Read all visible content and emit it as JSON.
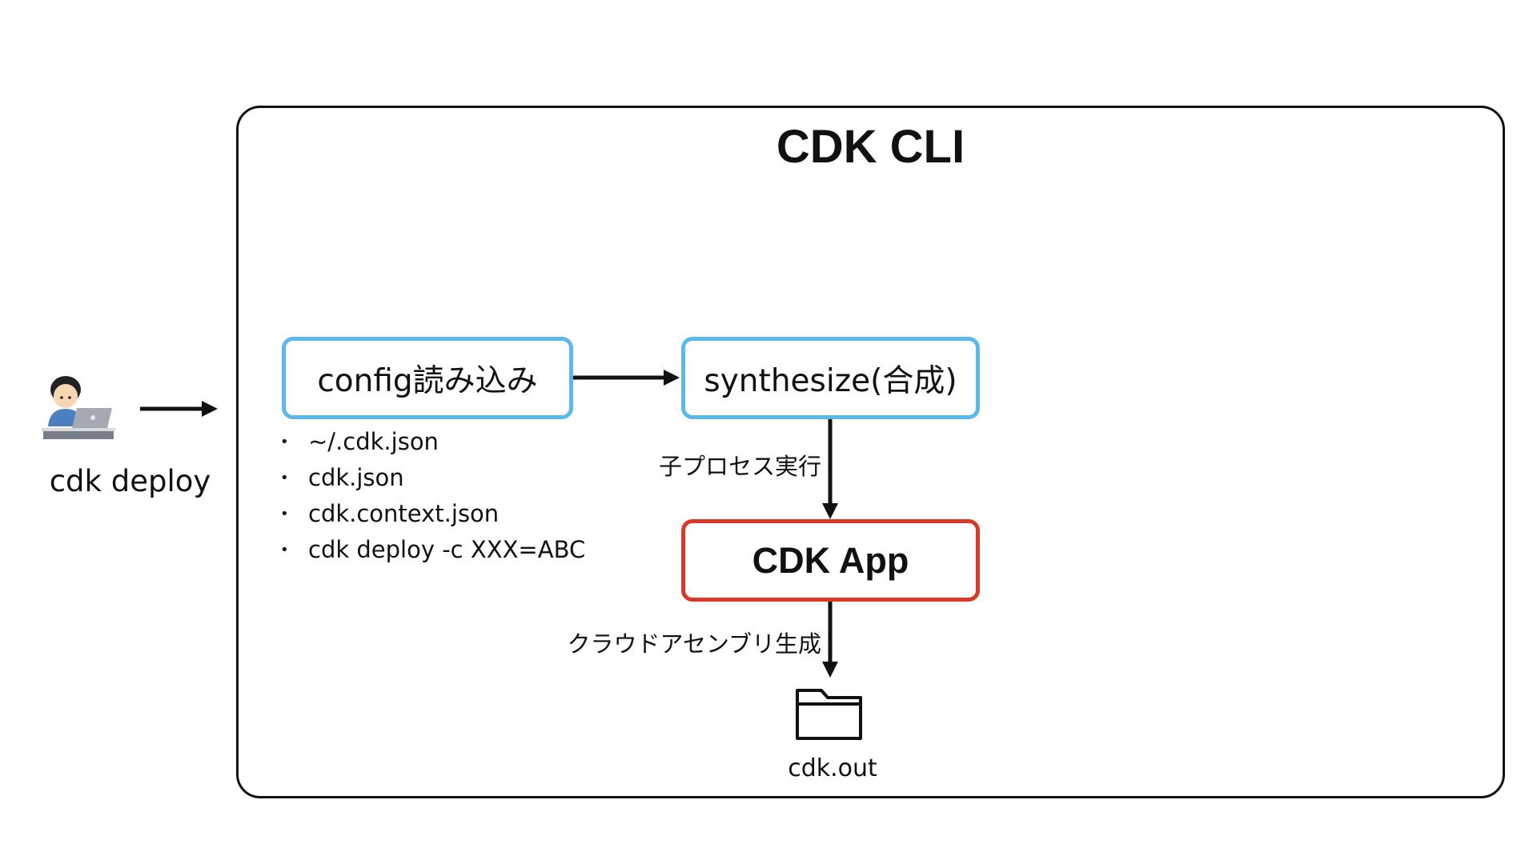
{
  "frame": {
    "title": "CDK CLI"
  },
  "user": {
    "caption": "cdk deploy",
    "icon": "person-at-laptop-icon"
  },
  "nodes": {
    "config": {
      "label": "config読み込み",
      "border_color": "#5bb8ea"
    },
    "synthesize": {
      "label": "synthesize(合成)",
      "border_color": "#5bb8ea"
    },
    "app": {
      "label": "CDK App",
      "border_color": "#d93a26"
    }
  },
  "config_sources": [
    "~/.cdk.json",
    "cdk.json",
    "cdk.context.json",
    "cdk deploy -c XXX=ABC"
  ],
  "bullet": "•",
  "edges": {
    "subprocess_label": "子プロセス実行",
    "assembly_label": "クラウドアセンブリ生成"
  },
  "output": {
    "caption": "cdk.out",
    "icon": "folder-icon"
  }
}
